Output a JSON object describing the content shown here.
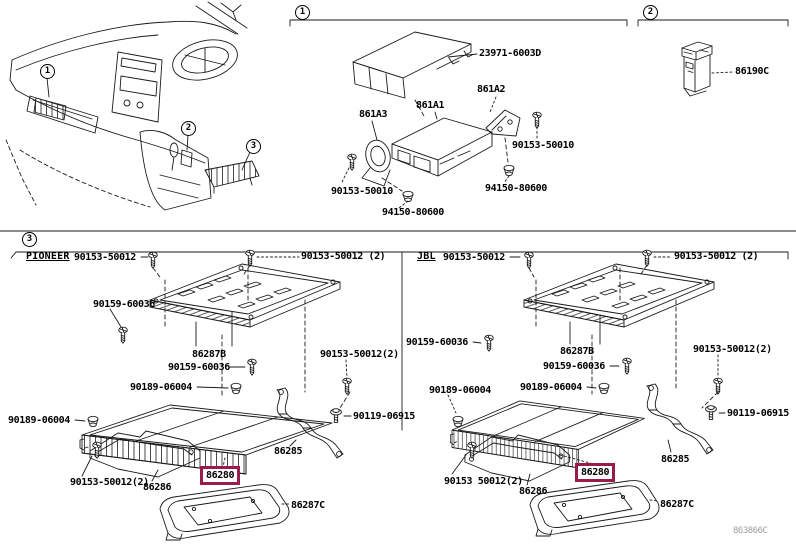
{
  "page": {
    "watermark": "863866C",
    "highlight_color": "#9a1c4c"
  },
  "dashboard": {
    "callout_1": "1",
    "callout_2": "2",
    "callout_3": "3"
  },
  "section1": {
    "callout": "1",
    "cover": "23971-6003D",
    "bracket_rh": "861A2",
    "amplifier_unit": "861A1",
    "bracket_lh": "861A3",
    "screw_rh": "90153-50010",
    "cushion_rh": "94150-80600",
    "screw_lh": "90153-50010",
    "cushion_front": "94150-80600"
  },
  "section2": {
    "callout": "2",
    "adapter": "86190C"
  },
  "section3": {
    "callout": "3",
    "pioneer": {
      "heading": "PIONEER",
      "screw_top_left": "90153-50012",
      "screw_top_right": "90153-50012 (2)",
      "screw_upper": "90159-60036",
      "bracket_upper": "86287B",
      "screw_mid": "90159-60036",
      "screw_mid_right": "90153-50012(2)",
      "cushion_mid": "90189-06004",
      "cushion_left": "90189-06004",
      "bolt_right": "90119-06915",
      "bracket_rh": "86285",
      "amplifier": "86280",
      "bracket_lh": "86286",
      "screw_bottom": "90153-50012(2)",
      "cover_lower": "86287C"
    },
    "jbl": {
      "heading": "JBL",
      "screw_top_left": "90153-50012",
      "screw_top_right": "90153-50012 (2)",
      "screw_upper": "90159-60036",
      "bracket_upper": "86287B",
      "screw_mid": "90159-60036",
      "screw_mid_right": "90153-50012(2)",
      "cushion_left": "90189-06004",
      "cushion_mid": "90189-06004",
      "bolt_right": "90119-06915",
      "bracket_rh": "86285",
      "amplifier": "86280",
      "bracket_lh": "86286",
      "screw_bottom": "90153 50012(2)",
      "cover_lower": "86287C"
    }
  }
}
